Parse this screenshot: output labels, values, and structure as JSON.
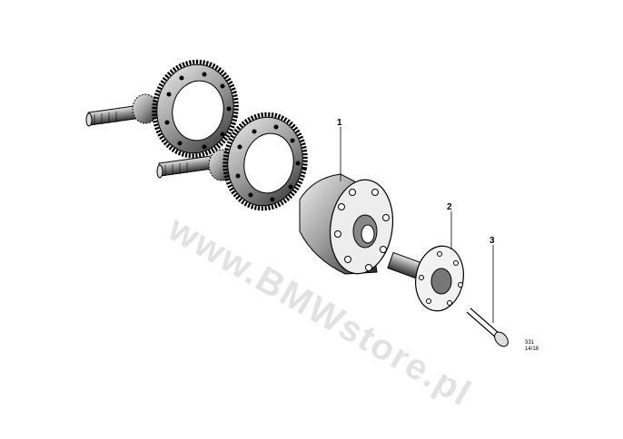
{
  "diagram": {
    "callouts": [
      {
        "id": "1",
        "label": "1"
      },
      {
        "id": "2",
        "label": "2"
      },
      {
        "id": "3",
        "label": "3"
      }
    ],
    "reference": {
      "line1": "331",
      "line2": "14/18"
    },
    "watermark": "www.BMWstore.pl"
  }
}
